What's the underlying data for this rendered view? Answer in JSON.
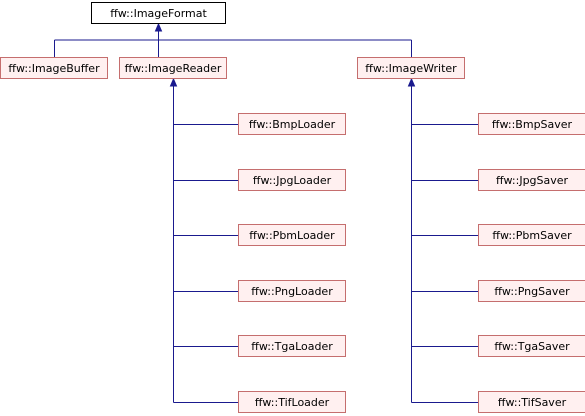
{
  "colors": {
    "root_fill": "#ffffff",
    "root_stroke": "#000000",
    "node_fill": "#fff0f0",
    "node_stroke": "#c56e6e",
    "edge": "#1a1a8e",
    "text": "#000000"
  },
  "diagram": {
    "root": {
      "id": "imageformat",
      "label": "ffw::ImageFormat"
    },
    "level2": [
      {
        "id": "imagebuffer",
        "label": "ffw::ImageBuffer"
      },
      {
        "id": "imagereader",
        "label": "ffw::ImageReader"
      },
      {
        "id": "imagewriter",
        "label": "ffw::ImageWriter"
      }
    ],
    "loaders": [
      {
        "id": "bmploader",
        "label": "ffw::BmpLoader"
      },
      {
        "id": "jpgloader",
        "label": "ffw::JpgLoader"
      },
      {
        "id": "pbmloader",
        "label": "ffw::PbmLoader"
      },
      {
        "id": "pngloader",
        "label": "ffw::PngLoader"
      },
      {
        "id": "tgaloader",
        "label": "ffw::TgaLoader"
      },
      {
        "id": "tifloader",
        "label": "ffw::TifLoader"
      }
    ],
    "savers": [
      {
        "id": "bmpsaver",
        "label": "ffw::BmpSaver"
      },
      {
        "id": "jpgsaver",
        "label": "ffw::JpgSaver"
      },
      {
        "id": "pbmsaver",
        "label": "ffw::PbmSaver"
      },
      {
        "id": "pngsaver",
        "label": "ffw::PngSaver"
      },
      {
        "id": "tgasaver",
        "label": "ffw::TgaSaver"
      },
      {
        "id": "tifsaver",
        "label": "ffw::TifSaver"
      }
    ]
  }
}
